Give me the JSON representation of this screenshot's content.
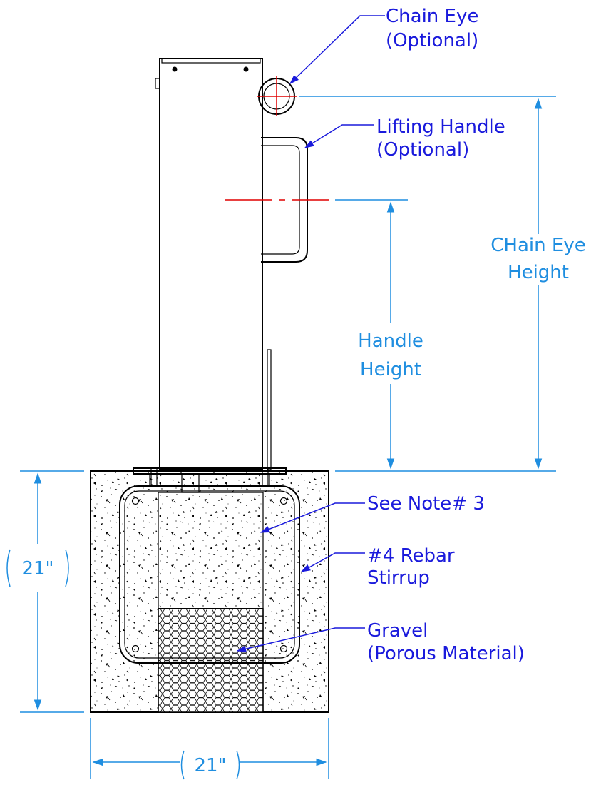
{
  "callouts": {
    "chain_eye": [
      "Chain Eye",
      "(Optional)"
    ],
    "lifting_handle": [
      "Lifting Handle",
      "(Optional)"
    ],
    "see_note": "See Note# 3",
    "rebar": [
      "#4 Rebar",
      "Stirrup"
    ],
    "gravel": [
      "Gravel",
      "(Porous Material)"
    ]
  },
  "dimensions": {
    "chain_eye_height": [
      "CHain Eye",
      "Height"
    ],
    "handle_height": [
      "Handle",
      "Height"
    ],
    "footing_height": "21\"",
    "footing_width": "21\""
  },
  "colors": {
    "callout": "#1a1adc",
    "dimension": "#1f8ee0",
    "centerline": "#e00000"
  }
}
